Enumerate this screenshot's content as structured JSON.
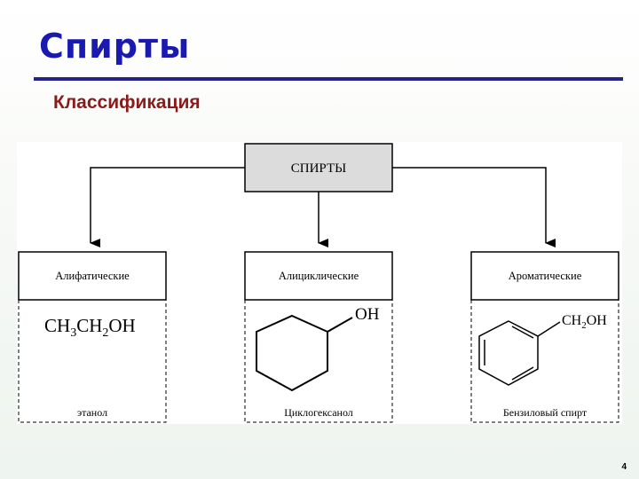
{
  "slide": {
    "title": "Спирты",
    "subtitle": "Классификация",
    "page_number": "4"
  },
  "diagram": {
    "root": "СПИРТЫ",
    "categories": [
      {
        "label": "Алифатические",
        "formula": {
          "parts": [
            "CH",
            "3",
            "CH",
            "2",
            "OH"
          ]
        },
        "example": "этанол"
      },
      {
        "label": "Алициклические",
        "substituent": "OH",
        "example": "Циклогексанол"
      },
      {
        "label": "Ароматические",
        "substituent": {
          "parts": [
            "CH",
            "2",
            "OH"
          ]
        },
        "example": "Бензиловый спирт"
      }
    ]
  },
  "colors": {
    "title": "#1a1ab0",
    "title_rule": "#23238a",
    "subtitle": "#8b1a1a",
    "root_fill": "#dcdcdc"
  }
}
